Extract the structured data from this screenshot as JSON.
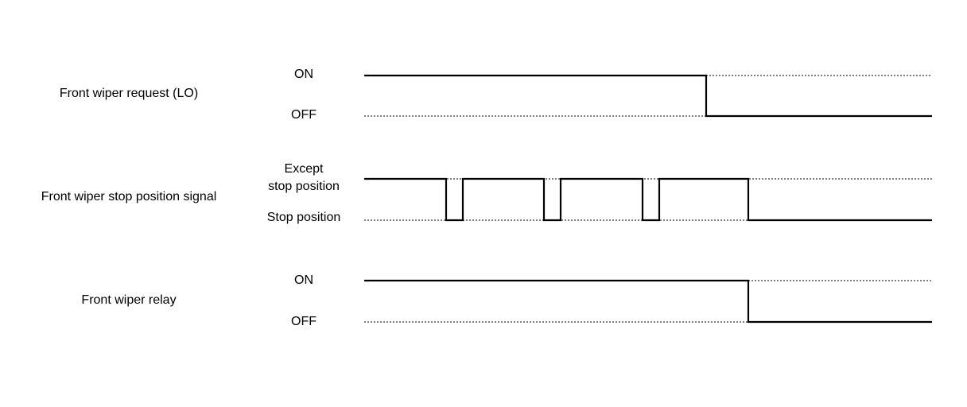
{
  "signals": [
    {
      "name": "Front wiper request (LO)",
      "high_label": "ON",
      "low_label": "OFF"
    },
    {
      "name": "Front wiper stop position signal",
      "high_label_line1": "Except",
      "high_label_line2": "stop position",
      "low_label": "Stop position"
    },
    {
      "name": "Front wiper relay",
      "high_label": "ON",
      "low_label": "OFF"
    }
  ]
}
